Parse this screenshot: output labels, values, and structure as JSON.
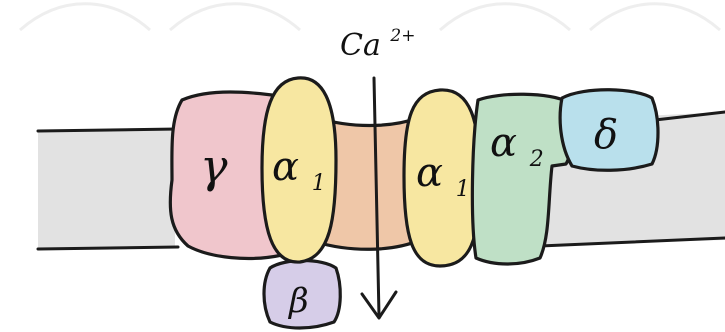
{
  "ion": {
    "base": "Ca",
    "charge": "2+"
  },
  "subunits": {
    "gamma": {
      "label": "γ",
      "color": "#f0c6cc"
    },
    "alpha1_left": {
      "label": "α",
      "subscript": "1",
      "color": "#f7e7a1"
    },
    "pore": {
      "color": "#efc7a8"
    },
    "alpha1_right": {
      "label": "α",
      "subscript": "1",
      "color": "#f7e7a1"
    },
    "alpha2": {
      "label": "α",
      "subscript": "2",
      "color": "#bfe0c6"
    },
    "delta": {
      "label": "δ",
      "color": "#b9e0ec"
    },
    "beta": {
      "label": "β",
      "color": "#d6cde8"
    }
  },
  "membrane": {
    "color": "#e2e2e2"
  }
}
